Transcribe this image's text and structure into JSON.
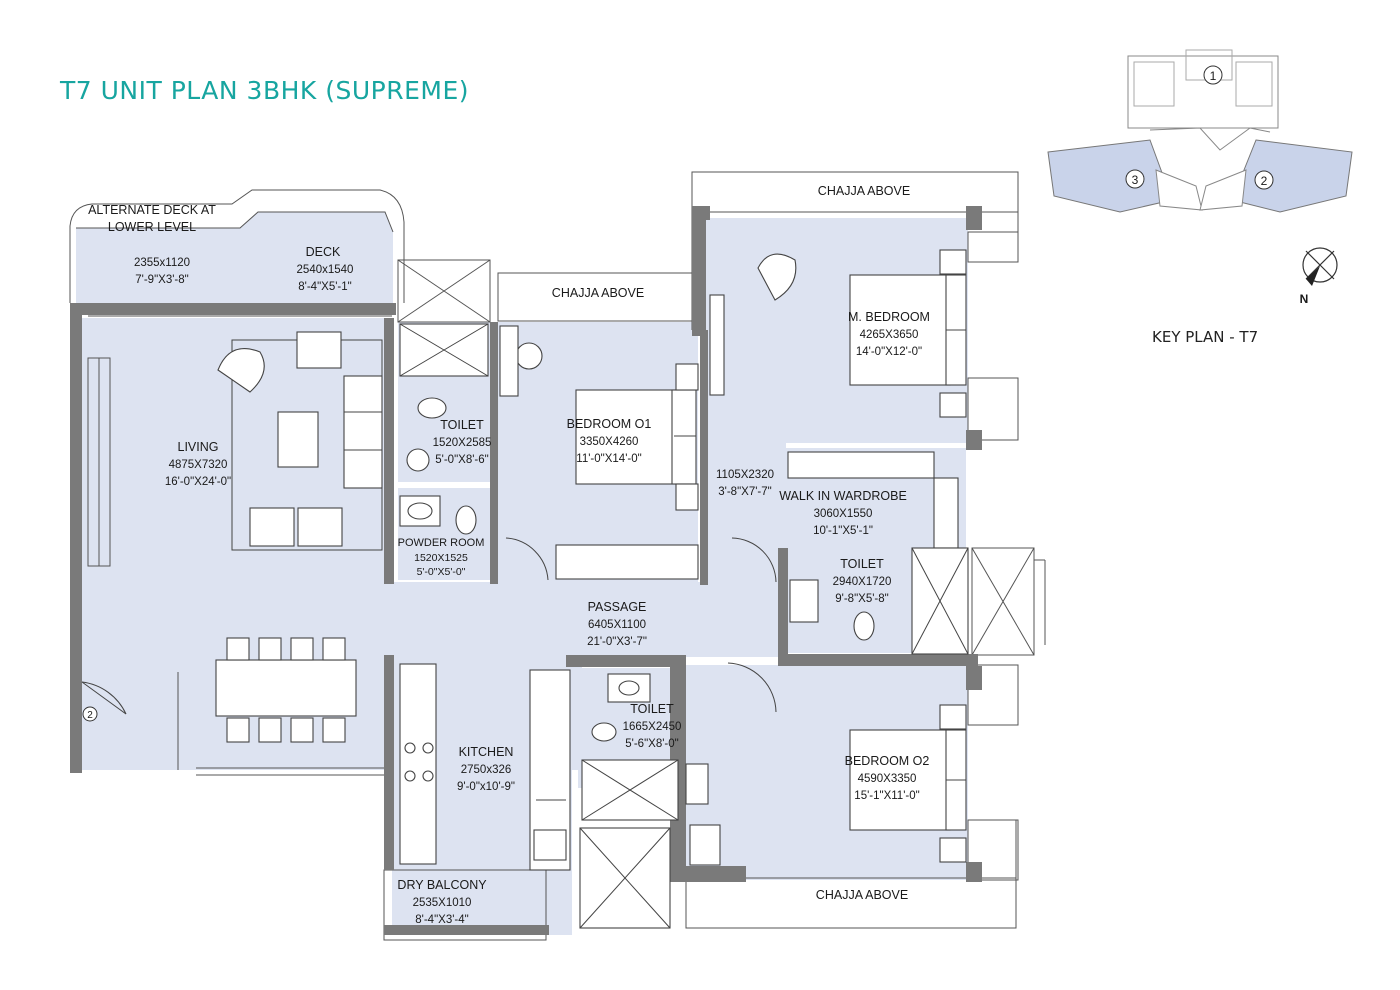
{
  "title": "T7 UNIT PLAN 3BHK (SUPREME)",
  "key_plan": {
    "label": "KEY PLAN - T7",
    "markers": [
      "1",
      "2",
      "3"
    ],
    "north": "N"
  },
  "entry_marker": "2",
  "rooms": {
    "alternate_deck": {
      "name1": "ALTERNATE DECK AT",
      "name2": "LOWER LEVEL",
      "dim_mm": "2355x1120",
      "dim_ft": "7'-9\"X3'-8\""
    },
    "deck": {
      "name": "DECK",
      "dim_mm": "2540x1540",
      "dim_ft": "8'-4\"X5'-1\""
    },
    "living": {
      "name": "LIVING",
      "dim_mm": "4875X7320",
      "dim_ft": "16'-0\"X24'-0\""
    },
    "toilet_1": {
      "name": "TOILET",
      "dim_mm": "1520X2585",
      "dim_ft": "5'-0\"X8'-6\""
    },
    "powder_room": {
      "name": "POWDER ROOM",
      "dim_mm": "1520X1525",
      "dim_ft": "5'-0\"X5'-0\""
    },
    "bedroom_01": {
      "name": "BEDROOM O1",
      "dim_mm": "3350X4260",
      "dim_ft": "11'-0\"X14'-0\""
    },
    "m_bedroom": {
      "name": "M. BEDROOM",
      "dim_mm": "4265X3650",
      "dim_ft": "14'-0\"X12'-0\""
    },
    "closet": {
      "dim_mm": "1105X2320",
      "dim_ft": "3'-8\"X7'-7\""
    },
    "walk_in_wardrobe": {
      "name": "WALK IN WARDROBE",
      "dim_mm": "3060X1550",
      "dim_ft": "10'-1\"X5'-1\""
    },
    "toilet_2": {
      "name": "TOILET",
      "dim_mm": "2940X1720",
      "dim_ft": "9'-8\"X5'-8\""
    },
    "passage": {
      "name": "PASSAGE",
      "dim_mm": "6405X1100",
      "dim_ft": "21'-0\"X3'-7\""
    },
    "kitchen": {
      "name": "KITCHEN",
      "dim_mm": "2750x326",
      "dim_ft": "9'-0\"x10'-9\""
    },
    "toilet_3": {
      "name": "TOILET",
      "dim_mm": "1665X2450",
      "dim_ft": "5'-6\"X8'-0\""
    },
    "bedroom_02": {
      "name": "BEDROOM O2",
      "dim_mm": "4590X3350",
      "dim_ft": "15'-1\"X11'-0\""
    },
    "dry_balcony": {
      "name": "DRY BALCONY",
      "dim_mm": "2535X1010",
      "dim_ft": "8'-4\"X3'-4\""
    }
  },
  "chajja": {
    "top_right": "CHAJJA ABOVE",
    "middle": "CHAJJA ABOVE",
    "bottom": "CHAJJA ABOVE"
  }
}
